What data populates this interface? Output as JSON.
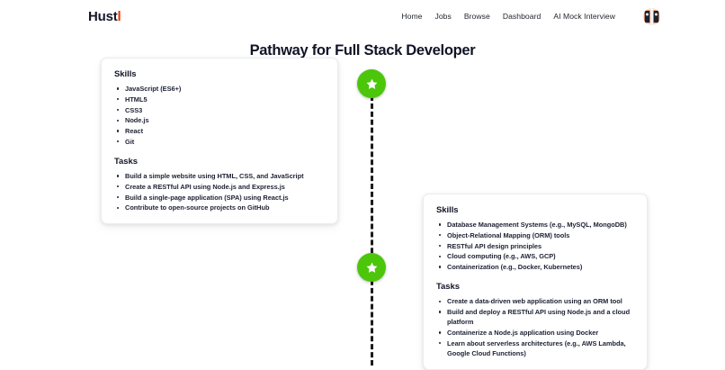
{
  "navbar": {
    "brand": {
      "main": "Hust",
      "accent": "l",
      "accent_color": "#F83002"
    },
    "links": [
      {
        "label": "Home"
      },
      {
        "label": "Jobs"
      },
      {
        "label": "Browse"
      },
      {
        "label": "Dashboard"
      },
      {
        "label": "AI Mock Interview"
      }
    ],
    "avatar": {
      "icon": "user-avatar-image"
    }
  },
  "page": {
    "title": "Pathway for Full Stack Developer"
  },
  "timeline": {
    "line_style": "dashed",
    "line_color": "#1c1c1c",
    "node_color": "#4CC60B",
    "nodes": [
      {
        "icon": "star-icon"
      },
      {
        "icon": "star-icon"
      }
    ]
  },
  "cards": [
    {
      "skills_heading": "Skills",
      "skills": [
        "JavaScript (ES6+)",
        "HTML5",
        "CSS3",
        "Node.js",
        "React",
        "Git"
      ],
      "tasks_heading": "Tasks",
      "tasks": [
        "Build a simple website using HTML, CSS, and JavaScript",
        "Create a RESTful API using Node.js and Express.js",
        "Build a single-page application (SPA) using React.js",
        "Contribute to open-source projects on GitHub"
      ]
    },
    {
      "skills_heading": "Skills",
      "skills": [
        "Database Management Systems (e.g., MySQL, MongoDB)",
        "Object-Relational Mapping (ORM) tools",
        "RESTful API design principles",
        "Cloud computing (e.g., AWS, GCP)",
        "Containerization (e.g., Docker, Kubernetes)"
      ],
      "tasks_heading": "Tasks",
      "tasks": [
        "Create a data-driven web application using an ORM tool",
        "Build and deploy a RESTful API using Node.js and a cloud platform",
        "Containerize a Node.js application using Docker",
        "Learn about serverless architectures (e.g., AWS Lambda, Google Cloud Functions)"
      ]
    }
  ]
}
